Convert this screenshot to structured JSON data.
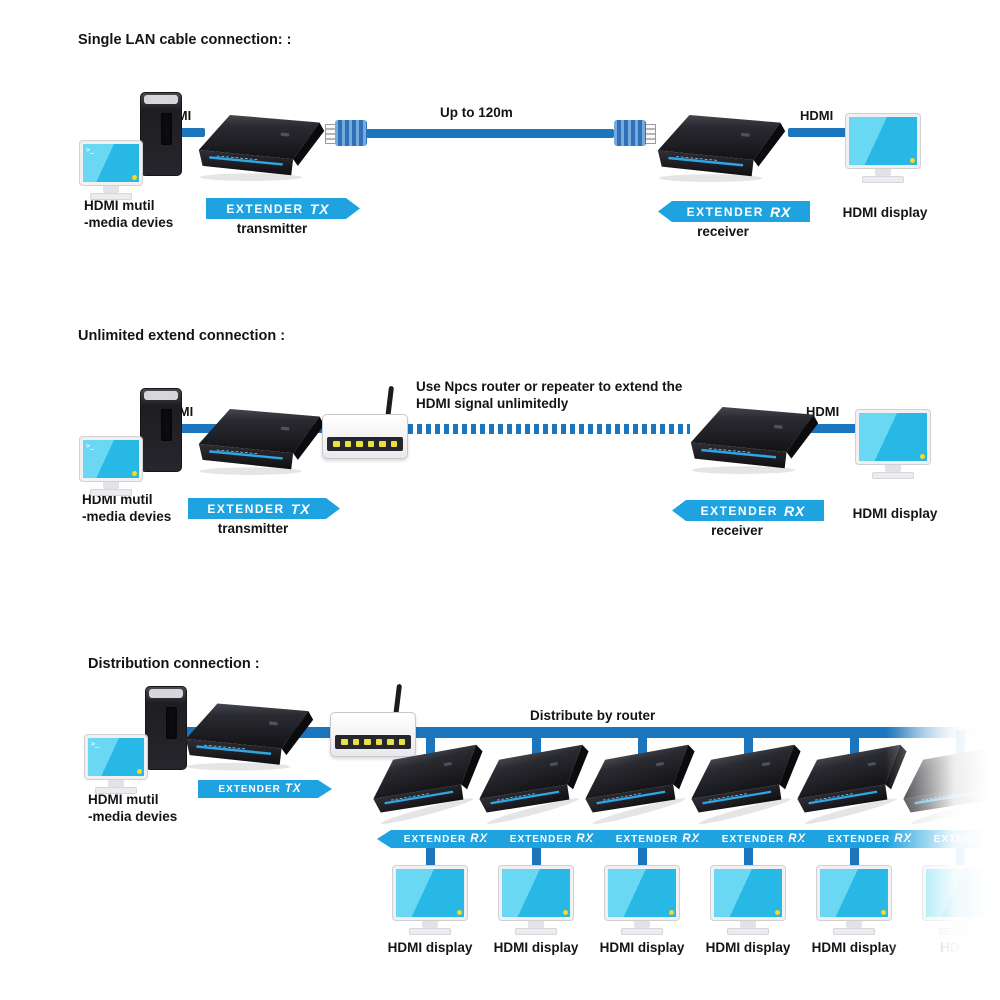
{
  "badges": {
    "extender": "EXTENDER",
    "tx": "TX",
    "rx": "RX"
  },
  "labels": {
    "hdmi": "HDMI",
    "transmitter": "transmitter",
    "receiver": "receiver",
    "hdmi_display": "HDMI display",
    "media_device_line1": "HDMI mutil",
    "media_device_line2": "-media devies"
  },
  "sections": {
    "single": {
      "heading": "Single LAN cable connection: :",
      "cable_length": "Up to 120m"
    },
    "unlimited": {
      "heading": "Unlimited extend connection :",
      "note_line1": "Use Npcs router or repeater to extend the",
      "note_line2": "HDMI signal unlimitedly"
    },
    "distribution": {
      "heading": "Distribution connection :",
      "bus_label": "Distribute by router",
      "partial_display_label": "HD"
    }
  },
  "colors": {
    "cable_blue": "#1b76bd",
    "badge_blue": "#1ea2e0",
    "screen_cyan": "#3ec6ec",
    "device_black": "#1f1f24",
    "led_yellow": "#e9e23e"
  }
}
